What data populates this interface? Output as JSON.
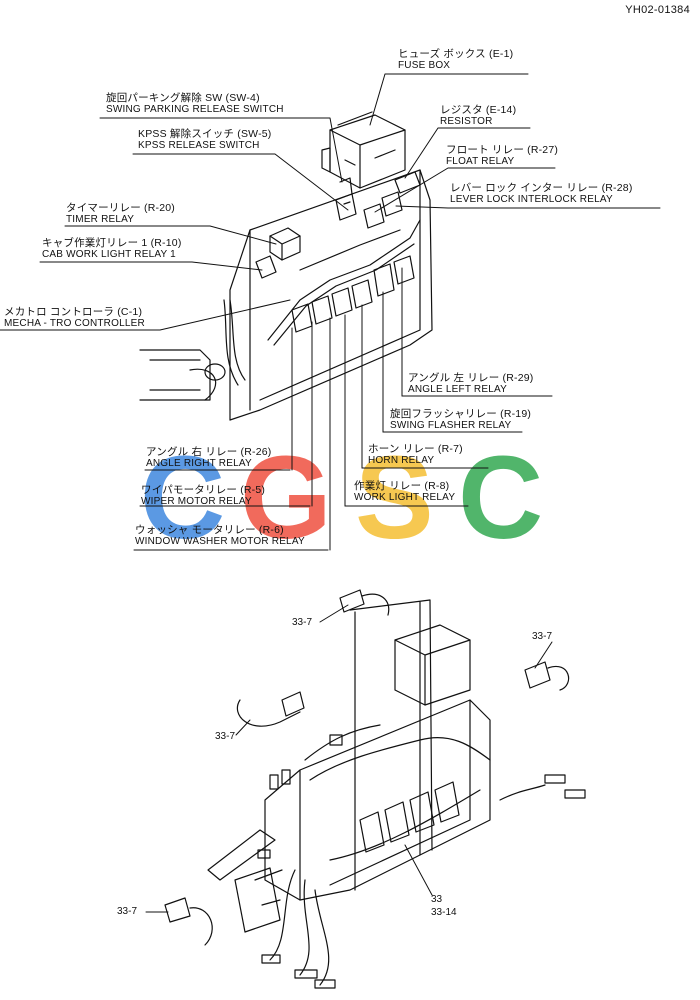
{
  "document_id": "YH02-01384",
  "watermark": {
    "letters": [
      "C",
      "G",
      "S",
      "C"
    ],
    "colors": [
      "#4a8fe0",
      "#f05a4b",
      "#f6c33f",
      "#3fae5c"
    ]
  },
  "labels": {
    "fuse_box": {
      "jp": "ヒューズ ボックス (E-1)",
      "en": "FUSE BOX"
    },
    "resistor": {
      "jp": "レジスタ (E-14)",
      "en": "RESISTOR"
    },
    "swing_parking": {
      "jp": "旋回パーキング解除 SW (SW-4)",
      "en": "SWING PARKING RELEASE SWITCH"
    },
    "kpss_release": {
      "jp": "KPSS 解除スイッチ (SW-5)",
      "en": "KPSS RELEASE SWITCH"
    },
    "float_relay": {
      "jp": "フロート リレー (R-27)",
      "en": "FLOAT RELAY"
    },
    "lever_lock": {
      "jp": "レバー ロック インター リレー (R-28)",
      "en": "LEVER LOCK INTERLOCK RELAY"
    },
    "timer_relay": {
      "jp": "タイマーリレー (R-20)",
      "en": "TIMER RELAY"
    },
    "cab_work_light": {
      "jp": "キャブ作業灯リレー 1 (R-10)",
      "en": "CAB WORK LIGHT RELAY 1"
    },
    "mecha_tro": {
      "jp": "メカトロ コントローラ (C-1)",
      "en": "MECHA - TRO CONTROLLER"
    },
    "angle_left": {
      "jp": "アングル 左 リレー (R-29)",
      "en": "ANGLE LEFT RELAY"
    },
    "swing_flasher": {
      "jp": "旋回フラッシャリレー (R-19)",
      "en": "SWING FLASHER RELAY"
    },
    "horn_relay": {
      "jp": "ホーン リレー (R-7)",
      "en": "HORN RELAY"
    },
    "angle_right": {
      "jp": "アングル 右 リレー (R-26)",
      "en": "ANGLE RIGHT RELAY"
    },
    "work_light": {
      "jp": "作業灯 リレー (R-8)",
      "en": "WORK LIGHT RELAY"
    },
    "wiper_motor": {
      "jp": "ワイパモータリレー (R-5)",
      "en": "WIPER MOTOR RELAY"
    },
    "window_washer": {
      "jp": "ウォッシャ モータリレー (R-6)",
      "en": "WINDOW WASHER MOTOR RELAY"
    }
  },
  "parts": {
    "p33_7": "33-7",
    "p33": "33",
    "p33_14": "33-14"
  }
}
